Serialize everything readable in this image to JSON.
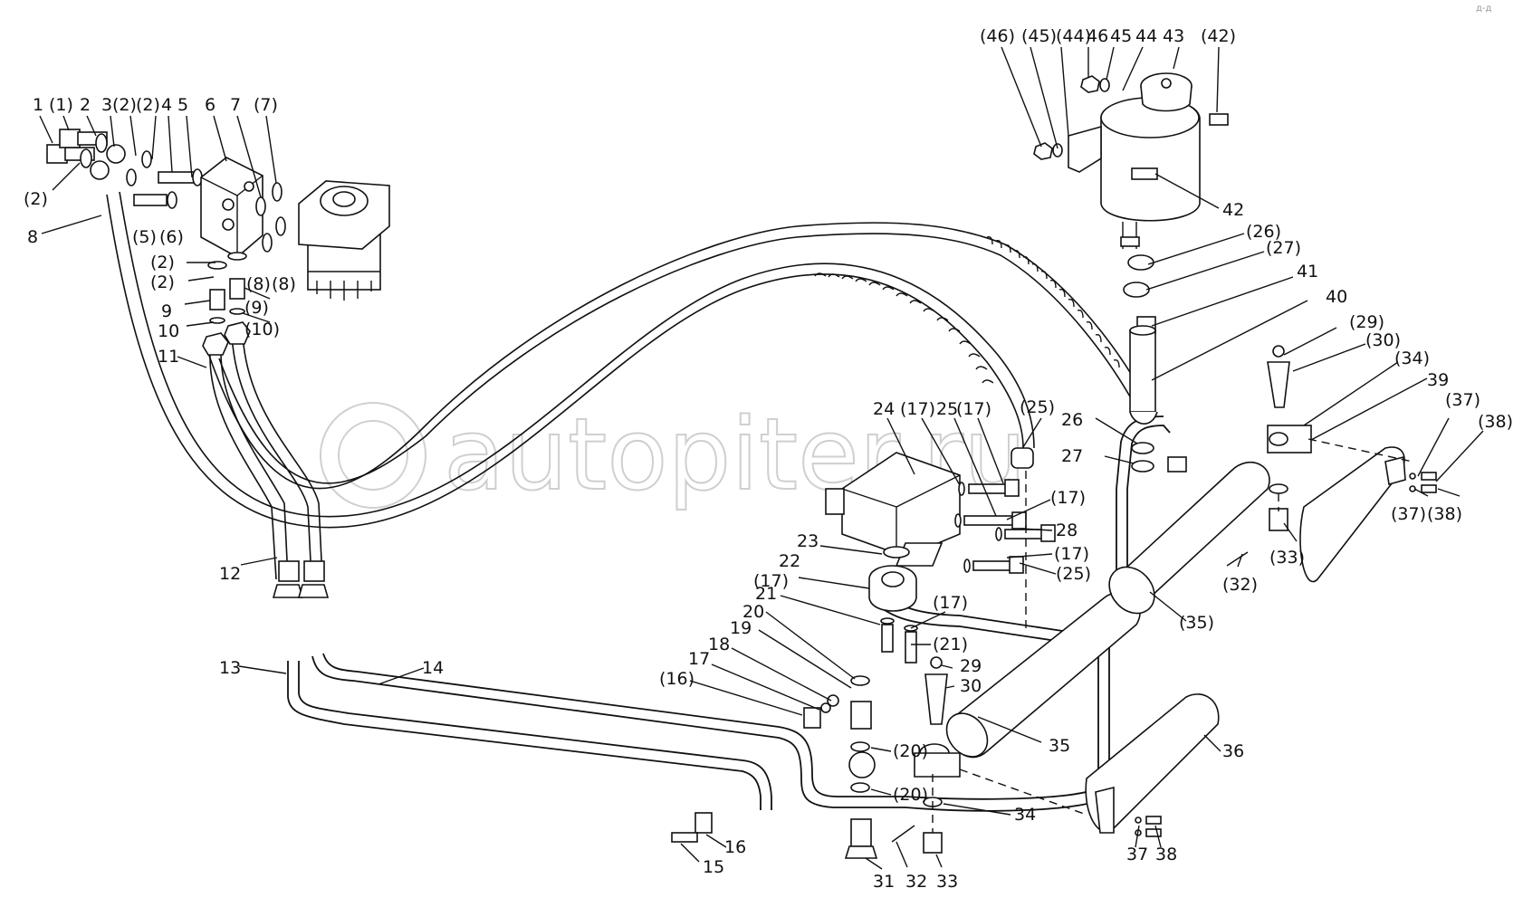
{
  "watermark": "autopiter.ru",
  "corner_tag": "д-д",
  "callouts": [
    {
      "id": "c-1",
      "text": "1"
    },
    {
      "id": "c-p1",
      "text": "(1)"
    },
    {
      "id": "c-2",
      "text": "2"
    },
    {
      "id": "c-3",
      "text": "3"
    },
    {
      "id": "c-p2a",
      "text": "(2)"
    },
    {
      "id": "c-p2b",
      "text": "(2)"
    },
    {
      "id": "c-4",
      "text": "4"
    },
    {
      "id": "c-5",
      "text": "5"
    },
    {
      "id": "c-6",
      "text": "6"
    },
    {
      "id": "c-7",
      "text": "7"
    },
    {
      "id": "c-p7",
      "text": "(7)"
    },
    {
      "id": "c-p2c",
      "text": "(2)"
    },
    {
      "id": "c-8",
      "text": "8"
    },
    {
      "id": "c-p5",
      "text": "(5)"
    },
    {
      "id": "c-p6",
      "text": "(6)"
    },
    {
      "id": "c-p2d",
      "text": "(2)"
    },
    {
      "id": "c-p2e",
      "text": "(2)"
    },
    {
      "id": "c-p8a",
      "text": "(8)"
    },
    {
      "id": "c-p8b",
      "text": "(8)"
    },
    {
      "id": "c-9",
      "text": "9"
    },
    {
      "id": "c-p9",
      "text": "(9)"
    },
    {
      "id": "c-10",
      "text": "10"
    },
    {
      "id": "c-p10",
      "text": "(10)"
    },
    {
      "id": "c-11",
      "text": "11"
    },
    {
      "id": "c-12",
      "text": "12"
    },
    {
      "id": "c-13",
      "text": "13"
    },
    {
      "id": "c-14",
      "text": "14"
    },
    {
      "id": "c-p16",
      "text": "(16)"
    },
    {
      "id": "c-17",
      "text": "17"
    },
    {
      "id": "c-18",
      "text": "18"
    },
    {
      "id": "c-19",
      "text": "19"
    },
    {
      "id": "c-20",
      "text": "20"
    },
    {
      "id": "c-21",
      "text": "21"
    },
    {
      "id": "c-p17a",
      "text": "(17)"
    },
    {
      "id": "c-22",
      "text": "22"
    },
    {
      "id": "c-23",
      "text": "23"
    },
    {
      "id": "c-24",
      "text": "24"
    },
    {
      "id": "c-p17b",
      "text": "(17)"
    },
    {
      "id": "c-25",
      "text": "25"
    },
    {
      "id": "c-p17c",
      "text": "(17)"
    },
    {
      "id": "c-p25a",
      "text": "(25)"
    },
    {
      "id": "c-p17d",
      "text": "(17)"
    },
    {
      "id": "c-28",
      "text": "28"
    },
    {
      "id": "c-p17e",
      "text": "(17)"
    },
    {
      "id": "c-p25b",
      "text": "(25)"
    },
    {
      "id": "c-p17f",
      "text": "(17)"
    },
    {
      "id": "c-p21",
      "text": "(21)"
    },
    {
      "id": "c-29",
      "text": "29"
    },
    {
      "id": "c-30",
      "text": "30"
    },
    {
      "id": "c-p20a",
      "text": "(20)"
    },
    {
      "id": "c-p20b",
      "text": "(20)"
    },
    {
      "id": "c-35",
      "text": "35"
    },
    {
      "id": "c-34",
      "text": "34"
    },
    {
      "id": "c-16",
      "text": "16"
    },
    {
      "id": "c-15",
      "text": "15"
    },
    {
      "id": "c-31",
      "text": "31"
    },
    {
      "id": "c-32",
      "text": "32"
    },
    {
      "id": "c-33",
      "text": "33"
    },
    {
      "id": "c-36",
      "text": "36"
    },
    {
      "id": "c-37",
      "text": "37"
    },
    {
      "id": "c-38",
      "text": "38"
    },
    {
      "id": "c-p35",
      "text": "(35)"
    },
    {
      "id": "c-p32",
      "text": "(32)"
    },
    {
      "id": "c-p33",
      "text": "(33)"
    },
    {
      "id": "c-p37a",
      "text": "(37)"
    },
    {
      "id": "c-p38a",
      "text": "(38)"
    },
    {
      "id": "c-p37b",
      "text": "(37)"
    },
    {
      "id": "c-p38b",
      "text": "(38)"
    },
    {
      "id": "c-39",
      "text": "39"
    },
    {
      "id": "c-p34",
      "text": "(34)"
    },
    {
      "id": "c-p30",
      "text": "(30)"
    },
    {
      "id": "c-p29",
      "text": "(29)"
    },
    {
      "id": "c-40",
      "text": "40"
    },
    {
      "id": "c-41",
      "text": "41"
    },
    {
      "id": "c-p27a",
      "text": "(27)"
    },
    {
      "id": "c-p26",
      "text": "(26)"
    },
    {
      "id": "c-42a",
      "text": "42"
    },
    {
      "id": "c-26",
      "text": "26"
    },
    {
      "id": "c-27",
      "text": "27"
    },
    {
      "id": "c-p46",
      "text": "(46)"
    },
    {
      "id": "c-p45",
      "text": "(45)"
    },
    {
      "id": "c-p44",
      "text": "(44)"
    },
    {
      "id": "c-46",
      "text": "46"
    },
    {
      "id": "c-45",
      "text": "45"
    },
    {
      "id": "c-44",
      "text": "44"
    },
    {
      "id": "c-43",
      "text": "43"
    },
    {
      "id": "c-p42",
      "text": "(42)"
    }
  ]
}
